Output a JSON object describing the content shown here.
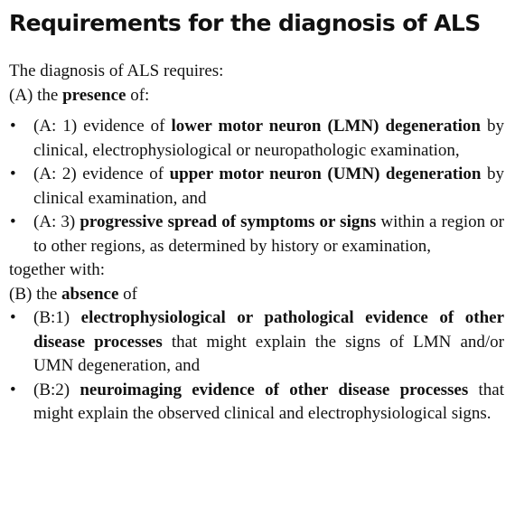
{
  "title": "Requirements for the diagnosis of ALS",
  "intro": "The diagnosis of ALS requires:",
  "section_a": {
    "pre": "(A) the ",
    "emph": "presence",
    "post": " of:",
    "items": [
      {
        "prefix": "(A: 1) evidence of ",
        "bold": "lower motor neuron (LMN) degen­eration",
        "suffix": " by clinical, electrophysiological or neuropatho­logic examination,"
      },
      {
        "prefix": "(A: 2) evidence of ",
        "bold": "upper motor neuron (UMN) degen­eration",
        "suffix": " by clinical examination, and"
      },
      {
        "prefix": "(A: 3) ",
        "bold": "progressive spread of symptoms or signs",
        "suffix": " within a region or to other regions, as determined by history or examination,"
      }
    ]
  },
  "together": "together with:",
  "section_b": {
    "pre": "(B) the ",
    "emph": "absence",
    "post": " of",
    "items": [
      {
        "prefix": "(B:1) ",
        "bold": "electrophysiological or pathological evidence of other disease processes",
        "suffix": " that might explain the signs of LMN and/or UMN degeneration, and"
      },
      {
        "prefix": "(B:2) ",
        "bold": "neuroimaging evidence of other disease processes",
        "suffix": " that might explain the observed clinical and electrophysiological signs."
      }
    ]
  },
  "bullet_glyph": "•"
}
